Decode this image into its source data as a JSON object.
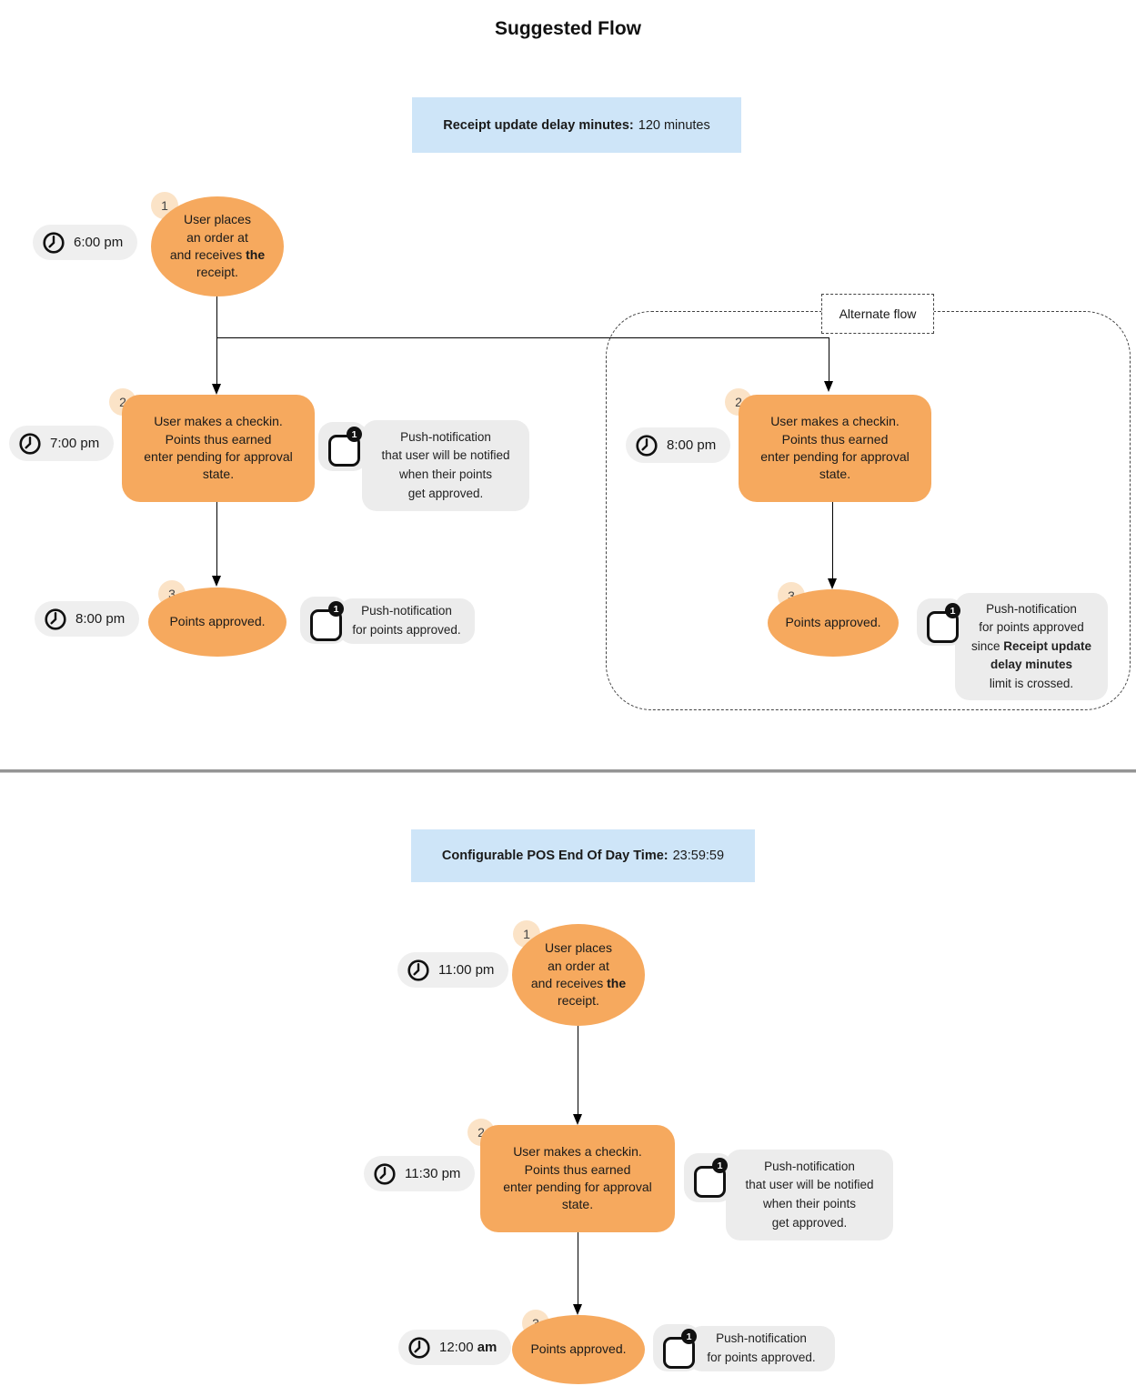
{
  "title": "Suggested Flow",
  "notification_badge": "1",
  "colors": {
    "node_orange": "#f6a95e",
    "badge_peach": "#fbe3c7",
    "bubble_gray": "#ececec",
    "banner_blue": "#cee5f8"
  },
  "section1": {
    "banner_label": "Receipt update delay minutes:",
    "banner_value": "120 minutes",
    "main": {
      "step1": {
        "badge": "1",
        "time": "6:00 pm",
        "text_pre": "User places\nan order at\nand receives ",
        "text_bold": "the",
        "text_post": "\nreceipt."
      },
      "step2": {
        "badge": "2",
        "time": "7:00 pm",
        "text": "User makes a checkin.\nPoints thus earned\nenter pending for approval\nstate.",
        "notification": "Push-notification\nthat user will be notified\nwhen their points\nget approved."
      },
      "step3": {
        "badge": "3",
        "time": "8:00 pm",
        "text": "Points approved.",
        "notification": "Push-notification\nfor points approved."
      }
    },
    "alternate": {
      "label": "Alternate flow",
      "step2": {
        "badge": "2",
        "time": "8:00 pm",
        "text": "User makes a checkin.\nPoints thus earned\nenter pending for approval\nstate."
      },
      "step3": {
        "badge": "3",
        "text": "Points approved.",
        "notification_pre": "Push-notification\nfor points approved\nsince ",
        "notification_bold": "Receipt update\ndelay minutes",
        "notification_post": "\nlimit is crossed."
      }
    }
  },
  "section2": {
    "banner_label": "Configurable POS End Of Day Time:",
    "banner_value": "23:59:59",
    "step1": {
      "badge": "1",
      "time": "11:00 pm",
      "text_pre": "User places\nan order at\nand receives ",
      "text_bold": "the",
      "text_post": "\nreceipt."
    },
    "step2": {
      "badge": "2",
      "time": "11:30 pm",
      "text": "User makes a checkin.\nPoints thus earned\nenter pending for approval\nstate.",
      "notification": "Push-notification\nthat user will be notified\nwhen their points\nget approved."
    },
    "step3": {
      "badge": "3",
      "time_pre": "12:00 ",
      "time_bold": "am",
      "text": "Points approved.",
      "notification": "Push-notification\nfor points approved."
    }
  }
}
